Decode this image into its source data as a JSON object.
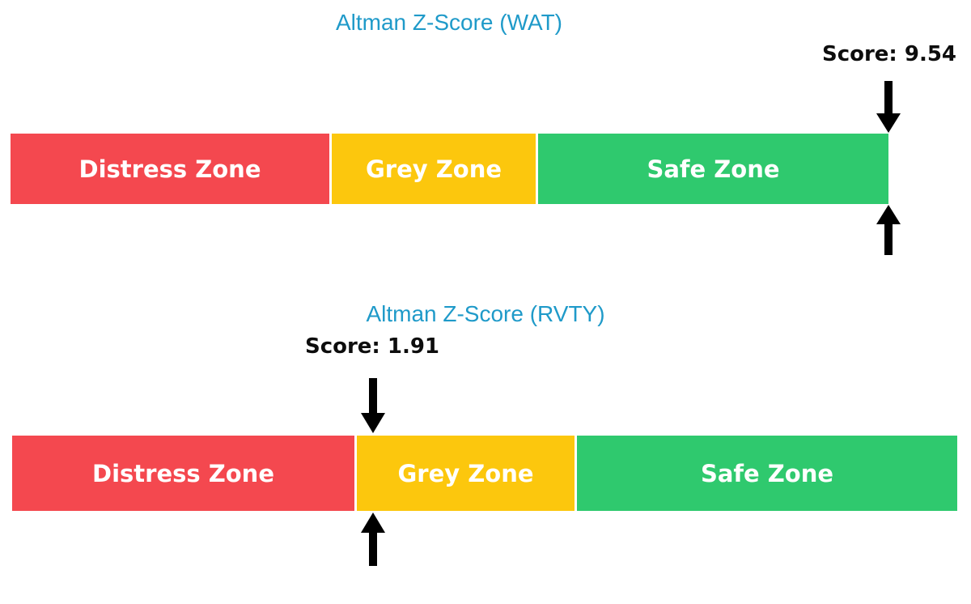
{
  "figure": {
    "background": "#ffffff"
  },
  "colors": {
    "title_blue": "#1f9ac9",
    "score_text": "#0d0d0d",
    "distress_red": "#f4484f",
    "grey_gold": "#fcc70d",
    "safe_green": "#2fc96e",
    "arrow_black": "#000000",
    "zone_label_text": "#ffffff"
  },
  "icons": {
    "down_arrow": "↓",
    "up_arrow": "↑"
  },
  "charts": [
    {
      "id": "wat",
      "title": "Altman Z-Score (WAT)",
      "score": 9.54,
      "score_label": "Score: 9.54",
      "zones": [
        {
          "name": "distress",
          "label": "Distress Zone",
          "color": "#f4484f"
        },
        {
          "name": "grey",
          "label": "Grey Zone",
          "color": "#fcc70d"
        },
        {
          "name": "safe",
          "label": "Safe Zone",
          "color": "#2fc96e"
        }
      ]
    },
    {
      "id": "rvty",
      "title": "Altman Z-Score (RVTY)",
      "score": 1.91,
      "score_label": "Score: 1.91",
      "zones": [
        {
          "name": "distress",
          "label": "Distress Zone",
          "color": "#f4484f"
        },
        {
          "name": "grey",
          "label": "Grey Zone",
          "color": "#fcc70d"
        },
        {
          "name": "safe",
          "label": "Safe Zone",
          "color": "#2fc96e"
        }
      ]
    }
  ],
  "chart_data": [
    {
      "type": "bar",
      "title": "Altman Z-Score (WAT)",
      "ticker": "WAT",
      "score": 9.54,
      "score_annotation": "Score: 9.54",
      "orientation": "horizontal-zone-gauge",
      "zones": [
        {
          "label": "Distress Zone",
          "range": [
            0,
            1.81
          ],
          "color": "#f4484f"
        },
        {
          "label": "Grey Zone",
          "range": [
            1.81,
            2.99
          ],
          "color": "#fcc70d"
        },
        {
          "label": "Safe Zone",
          "range": [
            2.99,
            5.0
          ],
          "color": "#2fc96e"
        }
      ],
      "xlim": [
        0,
        5.0
      ],
      "marker": "black arrows above and below bar at clamped score position (right edge, score exceeds axis max)",
      "legend": "none",
      "grid": false
    },
    {
      "type": "bar",
      "title": "Altman Z-Score (RVTY)",
      "ticker": "RVTY",
      "score": 1.91,
      "score_annotation": "Score: 1.91",
      "orientation": "horizontal-zone-gauge",
      "zones": [
        {
          "label": "Distress Zone",
          "range": [
            0,
            1.81
          ],
          "color": "#f4484f"
        },
        {
          "label": "Grey Zone",
          "range": [
            1.81,
            2.99
          ],
          "color": "#fcc70d"
        },
        {
          "label": "Safe Zone",
          "range": [
            2.99,
            5.0
          ],
          "color": "#2fc96e"
        }
      ],
      "xlim": [
        0,
        5.0
      ],
      "marker": "black arrows above and below bar at score position 1.91 (just inside Grey Zone)",
      "legend": "none",
      "grid": false
    }
  ]
}
